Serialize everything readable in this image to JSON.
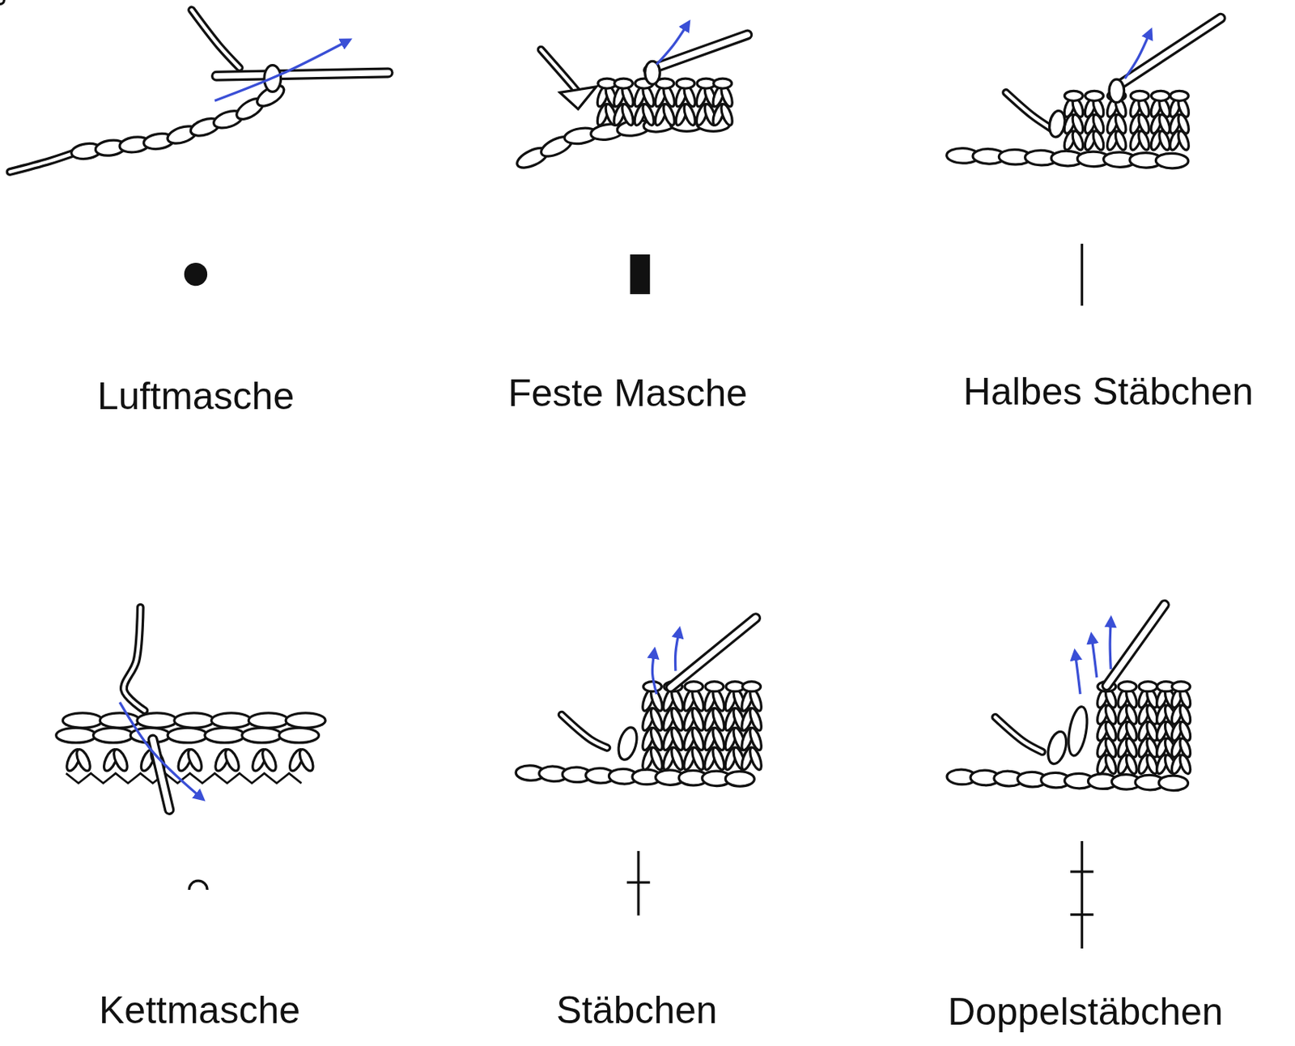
{
  "diagram": {
    "labels": [
      "Luftmasche",
      "Feste Masche",
      "Halbes Stäbchen",
      "Kettmasche",
      "Stäbchen",
      "Doppelstäbchen"
    ]
  }
}
